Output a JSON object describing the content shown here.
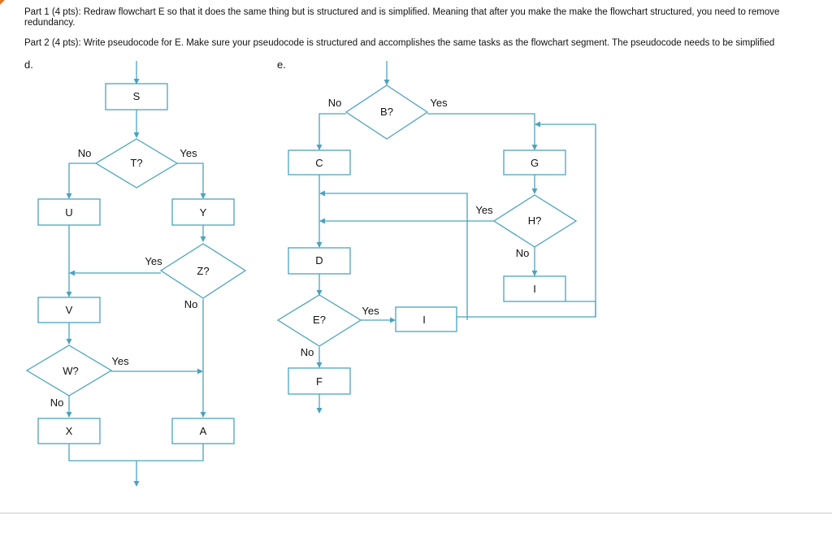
{
  "instructions": {
    "part1": "Part 1 (4 pts): Redraw flowchart E so that it does the same thing but is structured and is simplified. Meaning that after you make the make the flowchart structured, you need to remove redundancy.",
    "part2": "Part 2 (4 pts): Write pseudocode for E. Make sure your pseudocode is structured and accomplishes the same tasks as the flowchart segment. The pseudocode needs to be simplified"
  },
  "flowchart_d": {
    "label": "d.",
    "S": "S",
    "T": "T?",
    "U": "U",
    "Y": "Y",
    "Z": "Z?",
    "V": "V",
    "W": "W?",
    "X": "X",
    "A": "A",
    "t_no": "No",
    "t_yes": "Yes",
    "z_yes": "Yes",
    "z_no": "No",
    "w_yes": "Yes",
    "w_no": "No"
  },
  "flowchart_e": {
    "label": "e.",
    "B": "B?",
    "C": "C",
    "D": "D",
    "E": "E?",
    "F": "F",
    "I1": "I",
    "G": "G",
    "H": "H?",
    "I2": "I",
    "b_no": "No",
    "b_yes": "Yes",
    "e_yes": "Yes",
    "e_no": "No",
    "h_yes": "Yes",
    "h_no": "No"
  },
  "colors": {
    "line": "#4aa3bf",
    "box": "#4aa3bf",
    "text": "#111111"
  }
}
